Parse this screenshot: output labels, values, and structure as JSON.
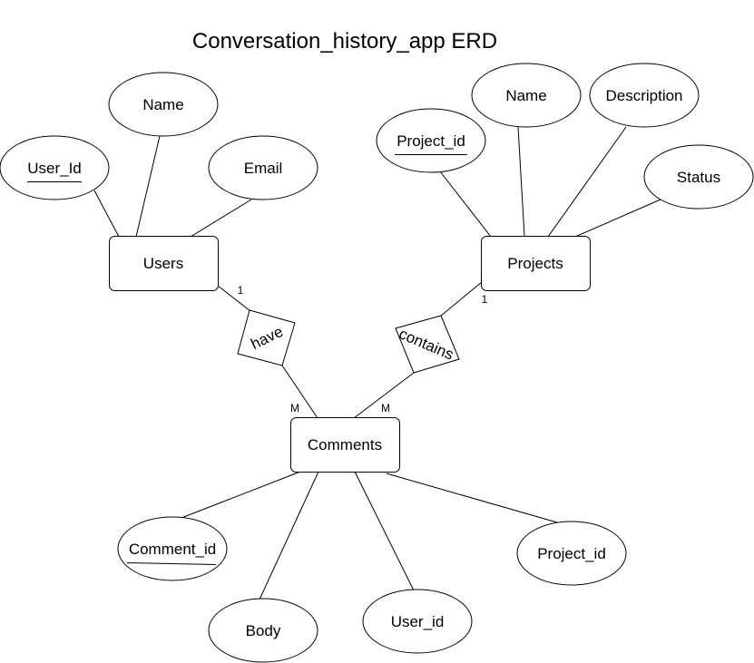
{
  "title": "Conversation_history_app ERD",
  "entities": {
    "users": "Users",
    "projects": "Projects",
    "comments": "Comments"
  },
  "relationships": {
    "have": "have",
    "contains": "contains"
  },
  "attributes": {
    "users_name": "Name",
    "users_email": "Email",
    "users_user_id": "User_Id",
    "projects_name": "Name",
    "projects_description": "Description",
    "projects_project_id": "Project_id",
    "projects_status": "Status",
    "comments_comment_id": "Comment_id",
    "comments_body": "Body",
    "comments_user_id": "User_id",
    "comments_project_id": "Project_id"
  },
  "cardinalities": {
    "users_have": "1",
    "have_comments": "M",
    "contains_comments": "M",
    "projects_contains": "1"
  }
}
